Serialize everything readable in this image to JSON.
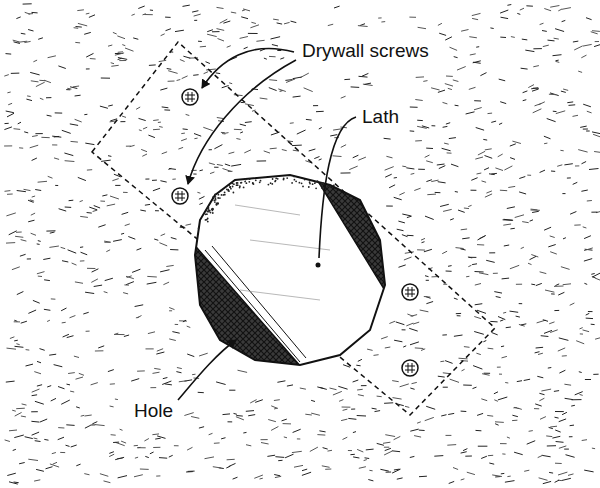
{
  "diagram": {
    "labels": [
      "Drywall screws",
      "Lath",
      "Hole"
    ]
  }
}
